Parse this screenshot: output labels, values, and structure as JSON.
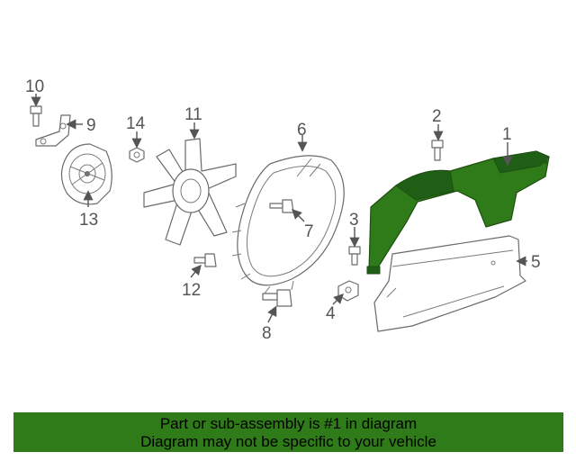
{
  "highlight_color": "#2f7a19",
  "callouts": [
    "1",
    "2",
    "3",
    "4",
    "5",
    "6",
    "7",
    "8",
    "9",
    "10",
    "11",
    "12",
    "13",
    "14"
  ],
  "banner": {
    "line1": "Part or sub-assembly is #1 in diagram",
    "line2": "Diagram may not be specific to your vehicle"
  }
}
